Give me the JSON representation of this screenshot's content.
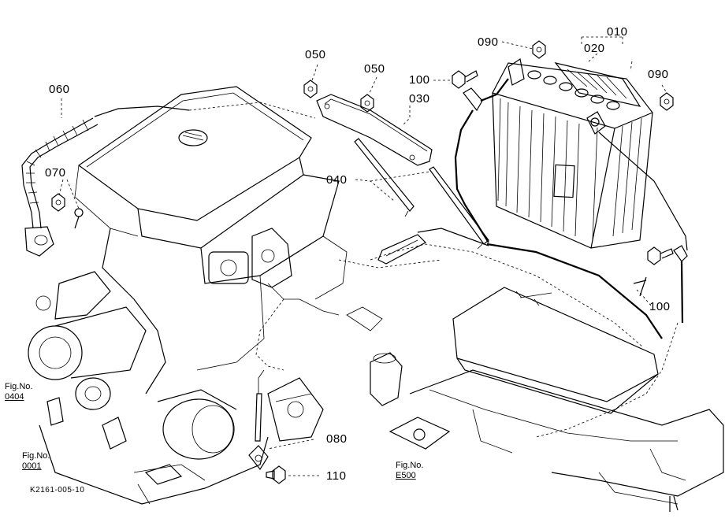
{
  "parts": {
    "p010": "010",
    "p020": "020",
    "p030": "030",
    "p040": "040",
    "p050a": "050",
    "p050b": "050",
    "p060": "060",
    "p070": "070",
    "p080": "080",
    "p090a": "090",
    "p090b": "090",
    "p100a": "100",
    "p100b": "100",
    "p110": "110"
  },
  "figrefs": {
    "fig0404": {
      "label": "Fig.No.",
      "num": "0404"
    },
    "fig0001": {
      "label": "Fig.No.",
      "num": "0001"
    },
    "figE500": {
      "label": "Fig.No.",
      "num": "E500"
    }
  },
  "drawing_code": "K2161-005-10"
}
